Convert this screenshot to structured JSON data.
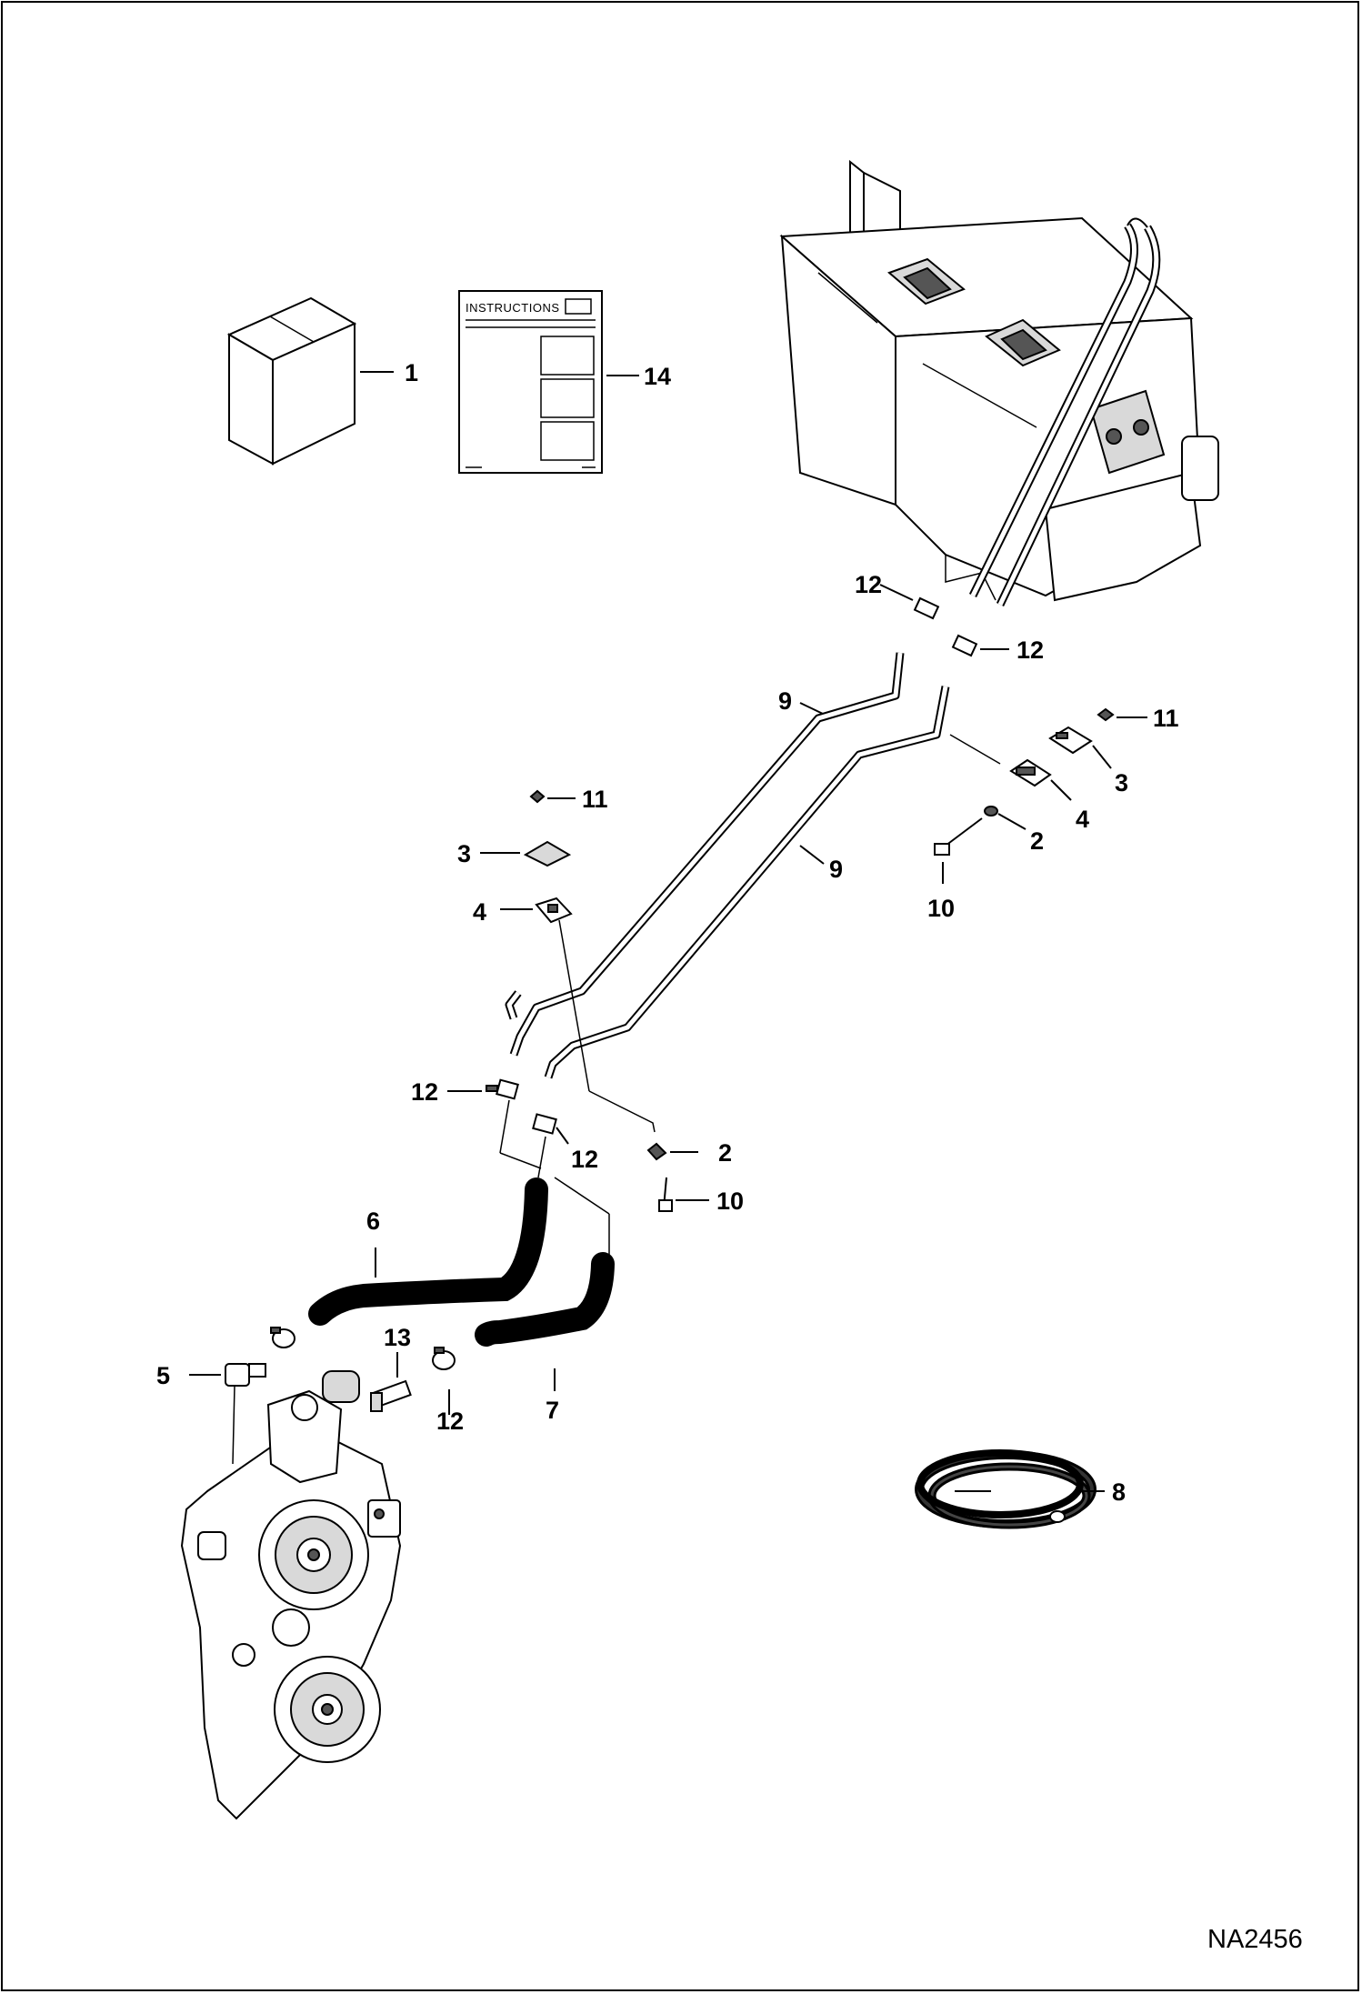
{
  "document_id": "NA2456",
  "instructions_sheet": {
    "header": "INSTRUCTIONS"
  },
  "callouts": {
    "c1": "1",
    "c14": "14",
    "c12_top_a": "12",
    "c12_top_b": "12",
    "c9_upper": "9",
    "c9_lower": "9",
    "c11_right": "11",
    "c3_right": "3",
    "c4_right": "4",
    "c2_right": "2",
    "c10_right": "10",
    "c11_left": "11",
    "c3_left": "3",
    "c4_left": "4",
    "c12_mid_a": "12",
    "c12_mid_b": "12",
    "c2_mid": "2",
    "c10_mid": "10",
    "c6": "6",
    "c5": "5",
    "c13": "13",
    "c12_low": "12",
    "c7": "7",
    "c8": "8"
  }
}
